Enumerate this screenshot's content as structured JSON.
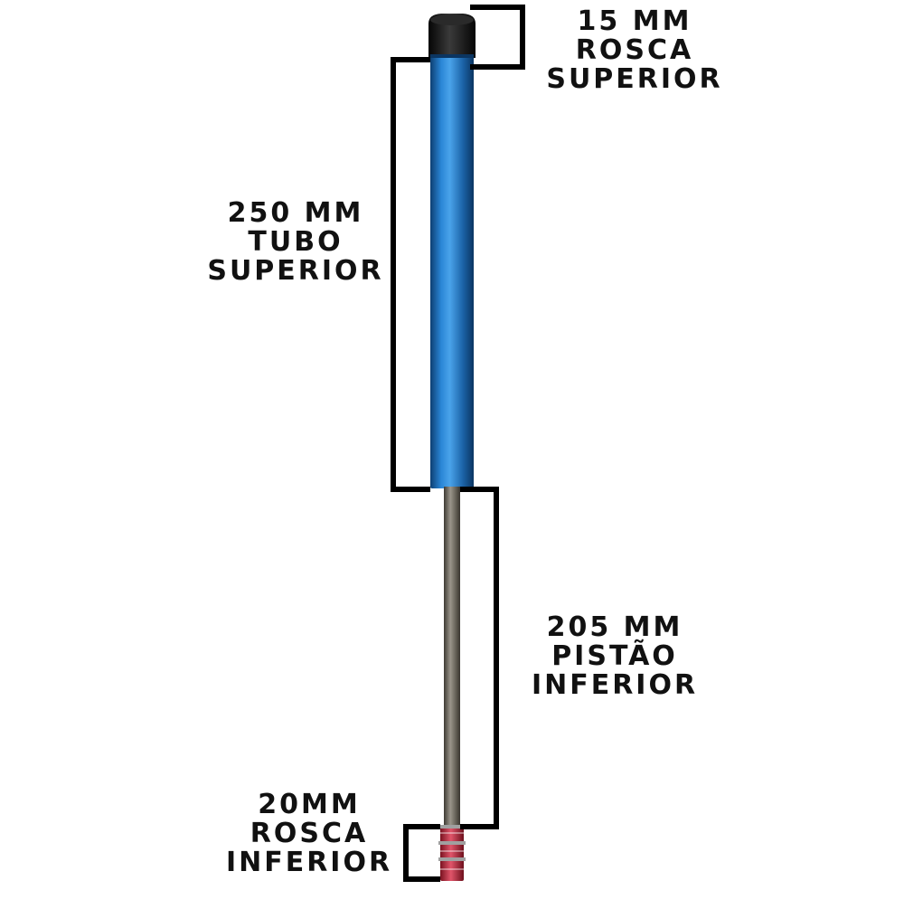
{
  "labels": {
    "top_thread": {
      "lines": [
        "15 MM",
        "ROSCA",
        "SUPERIOR"
      ]
    },
    "upper_tube": {
      "lines": [
        "250 MM",
        "TUBO",
        "SUPERIOR"
      ]
    },
    "lower_piston": {
      "lines": [
        "205 MM",
        "PISTÃO",
        "INFERIOR"
      ]
    },
    "bottom_thread": {
      "lines": [
        "20MM",
        "ROSCA",
        "INFERIOR"
      ]
    }
  },
  "colors": {
    "background": "#ffffff",
    "bracket": "#000000",
    "text": "#111111",
    "tube_blue": "#1f6fb8",
    "cap": "#141414",
    "rod": "#6e6a60",
    "thread_red": "#c8283a"
  }
}
